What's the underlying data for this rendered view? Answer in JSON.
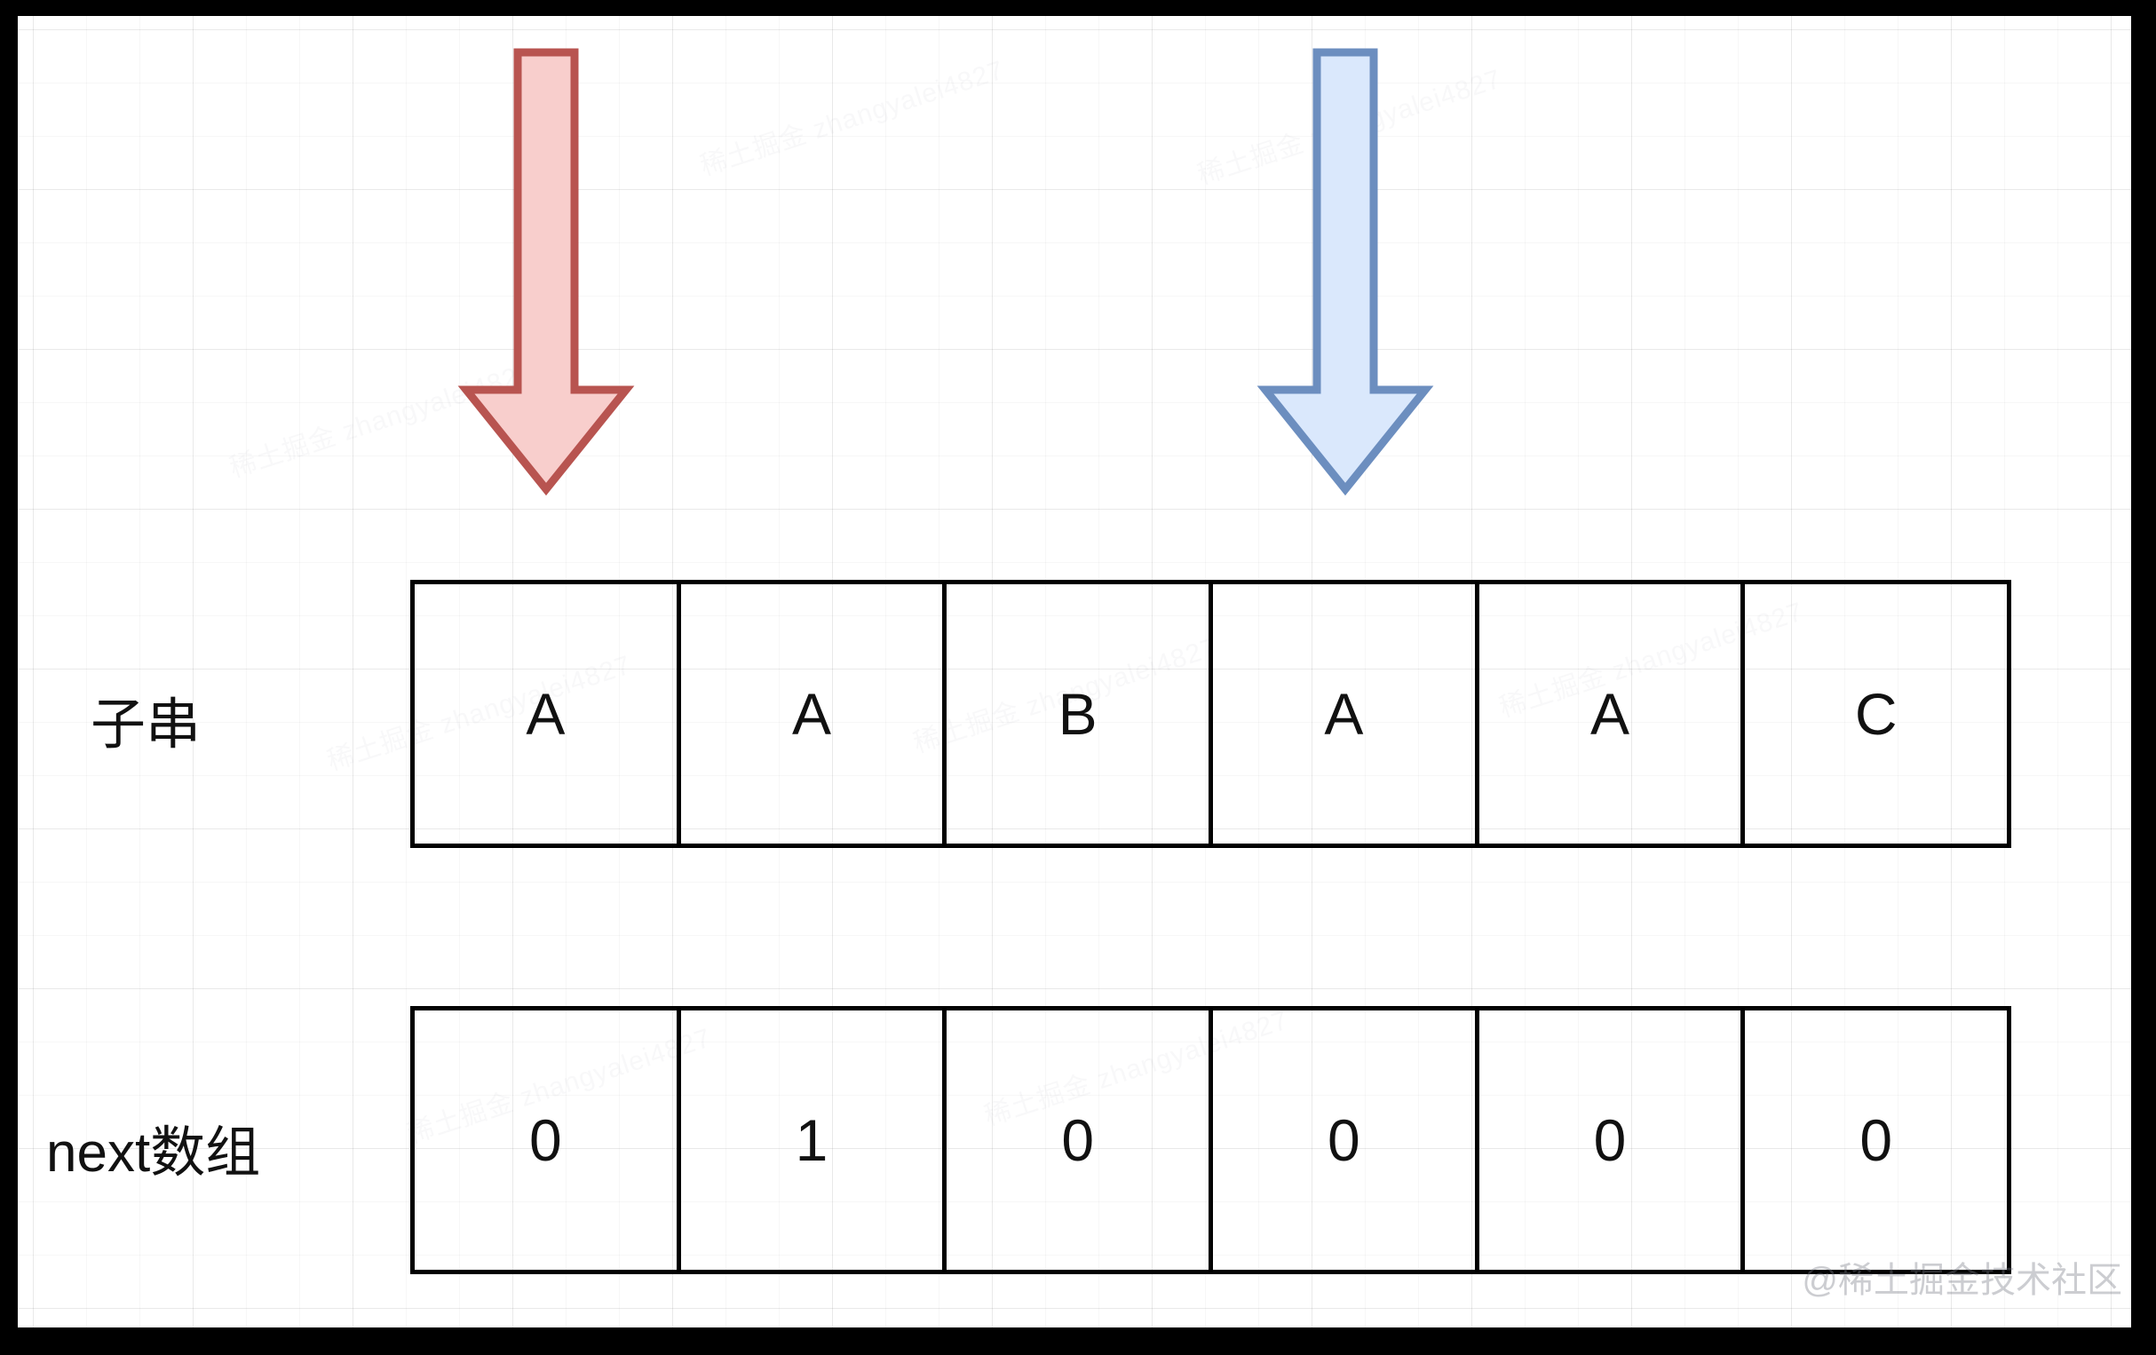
{
  "canvas": {
    "background_color": "#ffffff",
    "frame_color": "#000000",
    "grid_color": "#f0f0f0"
  },
  "pointers": [
    {
      "name": "red-pointer",
      "icon": "down-arrow-icon",
      "color_fill": "#f8cecc",
      "color_stroke": "#b85450",
      "points_to_index": 0,
      "points_to_value": "A"
    },
    {
      "name": "blue-pointer",
      "icon": "down-arrow-icon",
      "color_fill": "#dae8fc",
      "color_stroke": "#6c8ebf",
      "points_to_index": 3,
      "points_to_value": "A"
    }
  ],
  "rows": [
    {
      "label": "子串",
      "cells": [
        "A",
        "A",
        "B",
        "A",
        "A",
        "C"
      ]
    },
    {
      "label": "next数组",
      "cells": [
        "0",
        "1",
        "0",
        "0",
        "0",
        "0"
      ]
    }
  ],
  "watermark": {
    "corner_text": "@稀土掘金技术社区",
    "background_text": "稀土掘金 zhangyalei4827"
  }
}
